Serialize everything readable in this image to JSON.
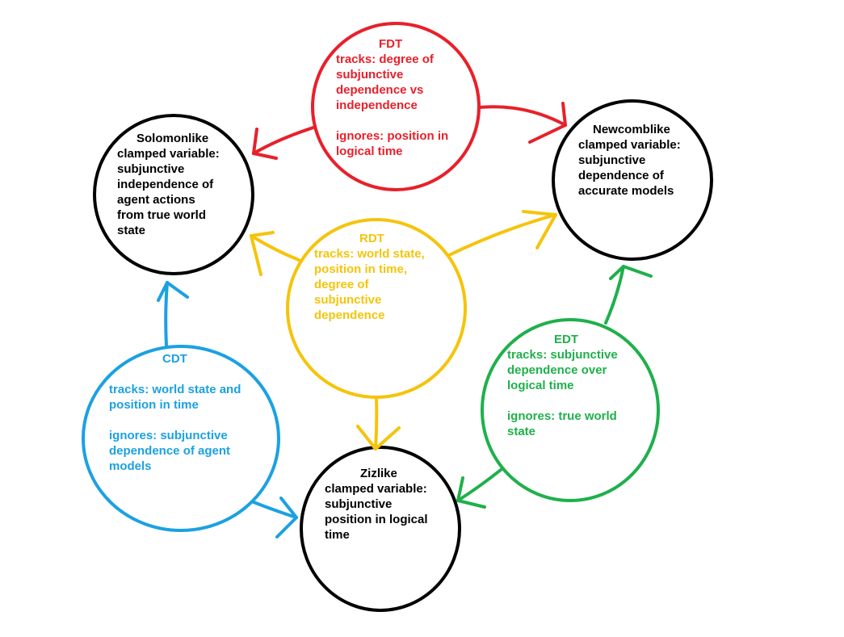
{
  "colors": {
    "fdt": "#e8202a",
    "rdt": "#f5c40b",
    "edt": "#1fb04b",
    "cdt": "#1ba1e2",
    "problem": "#000000"
  },
  "nodes": {
    "fdt": {
      "title": "FDT",
      "lines": [
        "tracks: degree of",
        "subjunctive",
        "dependence vs",
        "independence",
        "",
        "ignores: position in",
        "logical time"
      ]
    },
    "newcomblike": {
      "title": "Newcomblike",
      "lines": [
        "clamped variable:",
        "subjunctive",
        "dependence of",
        "accurate models"
      ]
    },
    "solomonlike": {
      "title": "Solomonlike",
      "lines": [
        "clamped variable:",
        "subjunctive",
        "independence of",
        "agent actions",
        "from true world",
        "state"
      ]
    },
    "rdt": {
      "title": "RDT",
      "lines": [
        "tracks: world state,",
        "position in time,",
        "degree of",
        "subjunctive",
        "dependence"
      ]
    },
    "edt": {
      "title": "EDT",
      "lines": [
        "tracks: subjunctive",
        "dependence over",
        "logical time",
        "",
        "ignores: true world",
        "state"
      ]
    },
    "cdt": {
      "title": "CDT",
      "lines": [
        "",
        "tracks: world state and",
        "position in time",
        "",
        "ignores: subjunctive",
        "dependence of agent",
        "models"
      ]
    },
    "zizlike": {
      "title": "Zizlike",
      "lines": [
        "clamped variable:",
        "subjunctive",
        "position in logical",
        "time"
      ]
    }
  },
  "edges": [
    {
      "from": "FDT",
      "to": "Solomonlike"
    },
    {
      "from": "FDT",
      "to": "Newcomblike"
    },
    {
      "from": "RDT",
      "to": "Solomonlike"
    },
    {
      "from": "RDT",
      "to": "Newcomblike"
    },
    {
      "from": "RDT",
      "to": "Zizlike"
    },
    {
      "from": "CDT",
      "to": "Solomonlike"
    },
    {
      "from": "CDT",
      "to": "Zizlike"
    },
    {
      "from": "EDT",
      "to": "Newcomblike"
    },
    {
      "from": "EDT",
      "to": "Zizlike"
    }
  ]
}
